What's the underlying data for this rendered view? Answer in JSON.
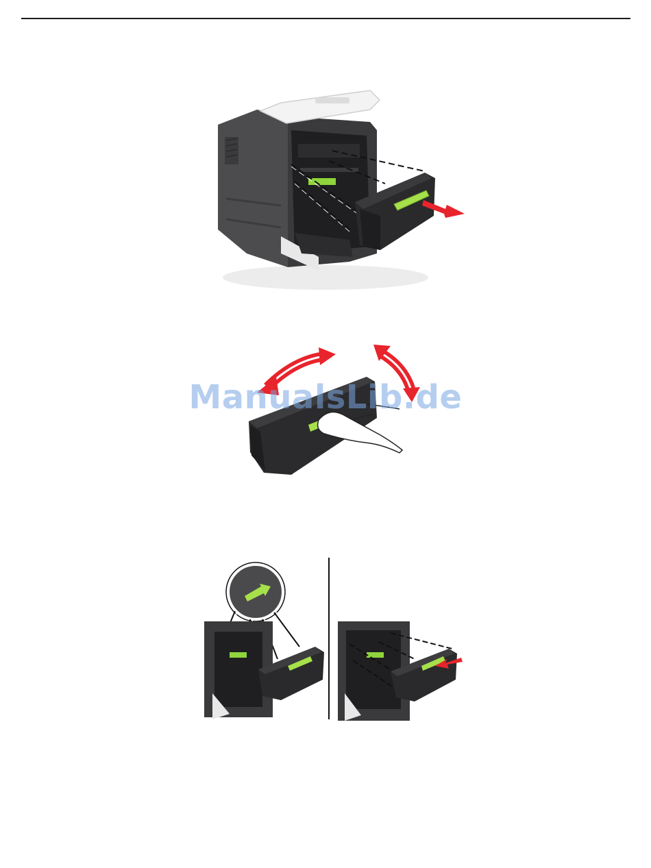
{
  "page": {
    "watermark": "ManualsLib.de"
  },
  "figures": [
    {
      "id": "remove-toner-cartridge",
      "icon": "printer-remove-cartridge-illustration"
    },
    {
      "id": "shake-toner-cartridge",
      "icon": "hand-shake-cartridge-illustration"
    },
    {
      "id": "insert-toner-cartridge",
      "icon": "printer-insert-cartridge-illustration"
    }
  ],
  "colors": {
    "printer_body": "#4a4a4c",
    "printer_dark": "#262628",
    "cover_white": "#f2f2f2",
    "handle_green": "#a8e04a",
    "arrow_red": "#e8242c",
    "guide_line": "#1a1a1a"
  }
}
